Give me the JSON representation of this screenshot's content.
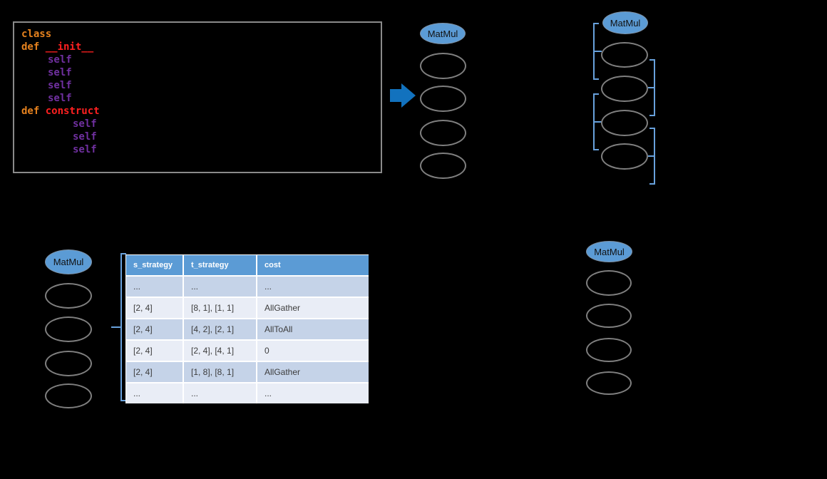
{
  "code_box": {
    "lines": [
      {
        "segments": [
          {
            "text": "class",
            "color": "orange"
          }
        ]
      },
      {
        "segments": [
          {
            "text": "def ",
            "color": "orange"
          },
          {
            "text": "__init__",
            "color": "red"
          }
        ]
      },
      {
        "segments": [
          {
            "text": "self",
            "color": "purple"
          }
        ]
      },
      {
        "segments": [
          {
            "text": "self",
            "color": "purple"
          }
        ]
      },
      {
        "segments": [
          {
            "text": "self",
            "color": "purple"
          }
        ]
      },
      {
        "segments": [
          {
            "text": "self",
            "color": "purple"
          }
        ]
      },
      {
        "segments": [
          {
            "text": "def ",
            "color": "orange"
          },
          {
            "text": "construct",
            "color": "red"
          }
        ]
      },
      {
        "segments": [
          {
            "text": "self",
            "color": "purple"
          }
        ]
      },
      {
        "segments": [
          {
            "text": "self",
            "color": "purple"
          }
        ]
      },
      {
        "segments": [
          {
            "text": "self",
            "color": "purple"
          }
        ]
      }
    ]
  },
  "graphs": {
    "top_middle": {
      "op_label": "MatMul",
      "placeholder_nodes": 4
    },
    "top_right": {
      "op_label": "MatMul",
      "placeholder_nodes": 4
    },
    "bottom_left": {
      "op_label": "MatMul",
      "placeholder_nodes": 4
    },
    "bottom_right": {
      "op_label": "MatMul",
      "placeholder_nodes": 4
    }
  },
  "strategy_table": {
    "headers": [
      "s_strategy",
      "t_strategy",
      "cost"
    ],
    "rows": [
      [
        "...",
        "...",
        "..."
      ],
      [
        "[2, 4]",
        "[8, 1], [1, 1]",
        "AllGather"
      ],
      [
        "[2, 4]",
        "[4, 2], [2, 1]",
        "AllToAll"
      ],
      [
        "[2, 4]",
        "[2, 4], [4, 1]",
        "0"
      ],
      [
        "[2, 4]",
        "[1, 8], [8, 1]",
        "AllGather"
      ],
      [
        "...",
        "...",
        "..."
      ]
    ]
  },
  "colors": {
    "background": "#000000",
    "node_fill": "#5b9bd5",
    "ellipse_stroke": "#7f7f7f",
    "bracket_blue": "#68a1dc",
    "arrow_blue": "#1272be",
    "code_keyword_orange": "#e6821e",
    "code_method_red": "#ff2020",
    "code_self_purple": "#7030a0",
    "table_header_bg": "#5b9bd5",
    "table_row_dark": "#c5d3e8",
    "table_row_light": "#e9edf6"
  }
}
